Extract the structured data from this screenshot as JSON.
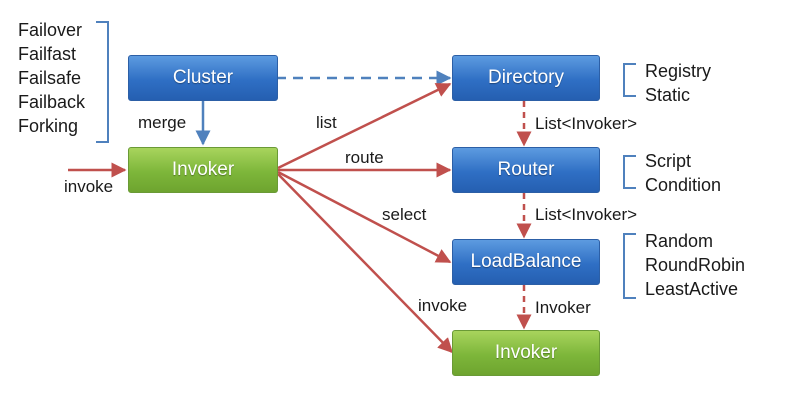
{
  "colors": {
    "box_blue": "#2f6fc4",
    "box_green": "#7db63a",
    "arrow_red": "#c0504d",
    "arrow_blue": "#4f81bd",
    "bracket": "#4f81bd"
  },
  "boxes": {
    "cluster": "Cluster",
    "invoker_left": "Invoker",
    "directory": "Directory",
    "router": "Router",
    "loadbalance": "LoadBalance",
    "invoker_bottom": "Invoker"
  },
  "cluster_strategies": [
    "Failover",
    "Failfast",
    "Failsafe",
    "Failback",
    "Forking"
  ],
  "directory_types": [
    "Registry",
    "Static"
  ],
  "router_types": [
    "Script",
    "Condition"
  ],
  "loadbalance_types": [
    "Random",
    "RoundRobin",
    "LeastActive"
  ],
  "labels": {
    "merge": "merge",
    "invoke_in": "invoke",
    "list": "list",
    "route": "route",
    "select": "select",
    "invoke_out": "invoke",
    "dir_to_router": "List<Invoker>",
    "router_to_lb": "List<Invoker>",
    "lb_to_invoker": "Invoker"
  }
}
